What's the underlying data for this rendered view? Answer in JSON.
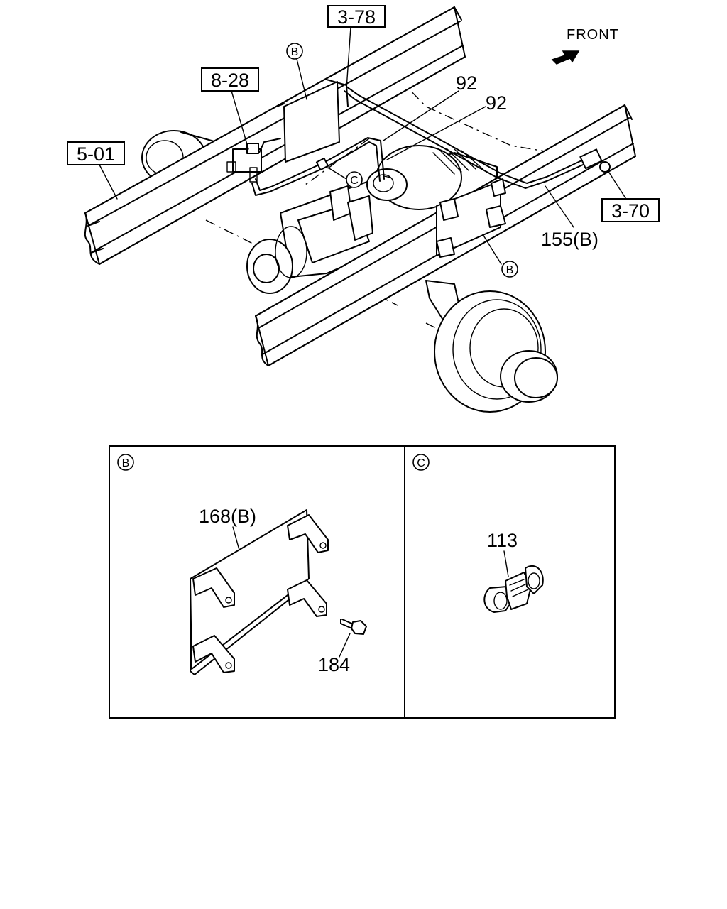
{
  "orientation": {
    "front_label": "FRONT",
    "arrow_icon": "front-direction-arrow-icon"
  },
  "reference_boxes": {
    "ref_3_78": "3-78",
    "ref_8_28": "8-28",
    "ref_5_01": "5-01",
    "ref_3_70": "3-70"
  },
  "callouts": {
    "b_top": "B",
    "c_top": "C",
    "b_bottom": "B",
    "part_92_a": "92",
    "part_92_b": "92",
    "part_155": "155(B)"
  },
  "detail_b": {
    "marker": "B",
    "bracket_label": "168(B)",
    "bolt_label": "184"
  },
  "detail_c": {
    "marker": "C",
    "clip_label": "113"
  }
}
